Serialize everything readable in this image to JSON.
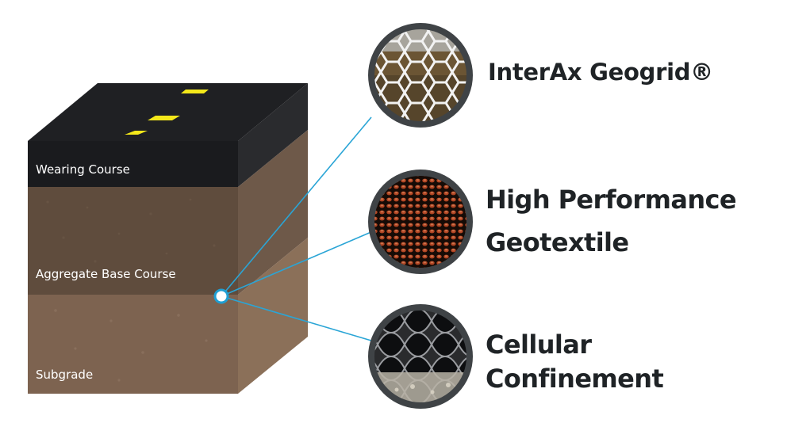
{
  "layers": {
    "wearing": "Wearing Course",
    "aggregate": "Aggregate Base Course",
    "subgrade": "Subgrade"
  },
  "products": {
    "geogrid": "InterAx Geogrid®",
    "geotextile_line1": "High Performance",
    "geotextile_line2": "Geotextile",
    "cellular_line1": "Cellular",
    "cellular_line2": "Confinement"
  },
  "colors": {
    "asphalt": "#1a1b1e",
    "aggregate": "#5f4c3d",
    "subgrade": "#7d6350",
    "road_marking": "#f4e81a",
    "callout_line": "#2aa5d6",
    "circle_ring": "#3f4346"
  }
}
